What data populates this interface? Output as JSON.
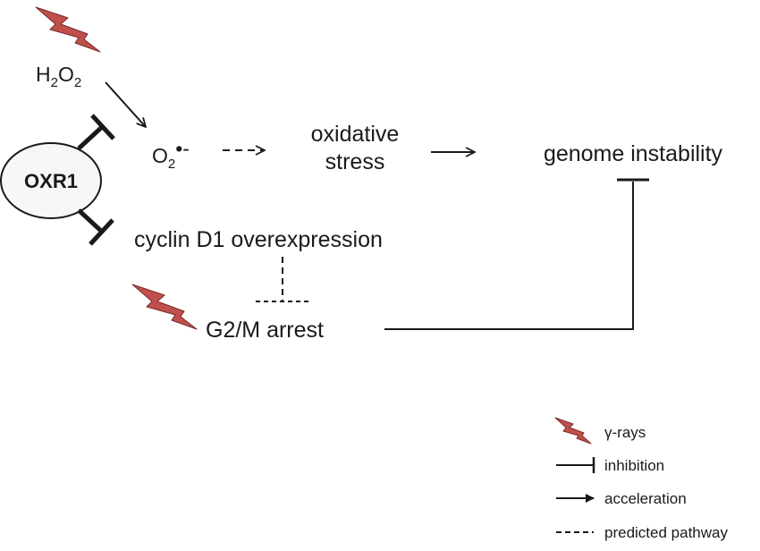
{
  "nodes": {
    "h2o2": {
      "base1": "H",
      "sub1": "2",
      "base2": "O",
      "sub2": "2"
    },
    "superoxide": {
      "base": "O",
      "sub": "2",
      "sup": "•-"
    },
    "oxidative_stress": {
      "line1": "oxidative",
      "line2": "stress"
    },
    "genome_instability": "genome instability",
    "oxr1": "OXR1",
    "cyclin_d1": "cyclin D1 overexpression",
    "g2m_arrest": "G2/M arrest"
  },
  "legend": {
    "gamma_rays": "γ-rays",
    "inhibition": "inhibition",
    "acceleration": "acceleration",
    "predicted_pathway": "predicted pathway"
  },
  "colors": {
    "lightning": "#c0504d",
    "lightning_outline": "#7a2a28",
    "line": "#1a1a1a"
  },
  "icons": {
    "gamma_ray": "lightning-bolt-icon"
  }
}
